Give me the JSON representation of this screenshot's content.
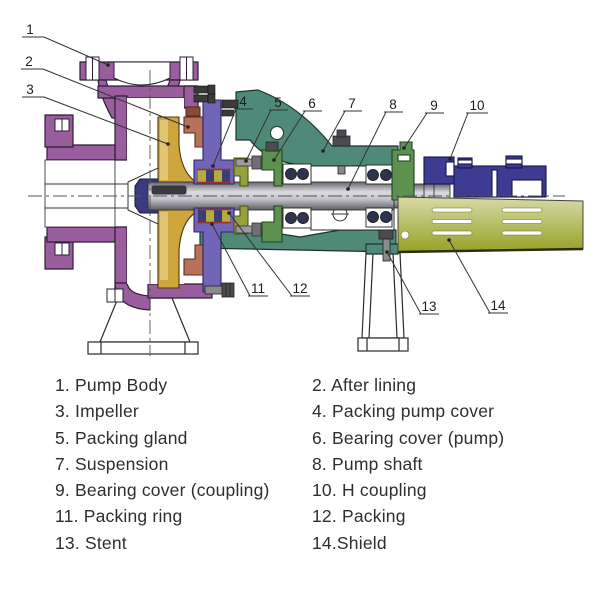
{
  "title": "Pump cross-section diagram",
  "colors": {
    "pump_body": "#9a5d9e",
    "impeller": "#cfa63d",
    "impeller_light": "#e0c672",
    "after_lining": "#b5735a",
    "packing_cover": "#7165b8",
    "packing_yellow": "#b9aa3d",
    "packing_dark": "#3a3f73",
    "packing_line": "#9c2f2f",
    "gland": "#96a03c",
    "bearing_cover": "#5d9150",
    "suspension": "#4f8a79",
    "coupling": "#3d3b92",
    "shield_top": "#d6daa6",
    "shield_bottom": "#98a125",
    "nut": "#3a3a80",
    "text": "#2e2e2e"
  },
  "callouts": [
    {
      "n": "1",
      "points_to": "pump body"
    },
    {
      "n": "2",
      "points_to": "after lining"
    },
    {
      "n": "3",
      "points_to": "impeller"
    },
    {
      "n": "4",
      "points_to": "packing pump cover"
    },
    {
      "n": "5",
      "points_to": "packing gland"
    },
    {
      "n": "6",
      "points_to": "bearing cover (pump)"
    },
    {
      "n": "7",
      "points_to": "suspension"
    },
    {
      "n": "8",
      "points_to": "pump shaft"
    },
    {
      "n": "9",
      "points_to": "bearing cover (coupling)"
    },
    {
      "n": "10",
      "points_to": "H coupling"
    },
    {
      "n": "11",
      "points_to": "packing ring"
    },
    {
      "n": "12",
      "points_to": "packing"
    },
    {
      "n": "13",
      "points_to": "stent"
    },
    {
      "n": "14",
      "points_to": "shield"
    }
  ],
  "legend": {
    "items": [
      {
        "text": "1. Pump Body"
      },
      {
        "text": "2. After lining"
      },
      {
        "text": "3. Impeller"
      },
      {
        "text": "4. Packing pump cover"
      },
      {
        "text": "5. Packing gland"
      },
      {
        "text": "6. Bearing cover (pump)"
      },
      {
        "text": "7. Suspension"
      },
      {
        "text": "8. Pump shaft"
      },
      {
        "text": "9. Bearing cover (coupling)"
      },
      {
        "text": "10. H coupling"
      },
      {
        "text": "11. Packing ring"
      },
      {
        "text": "12. Packing"
      },
      {
        "text": "13. Stent"
      },
      {
        "text": "14.Shield"
      }
    ]
  }
}
